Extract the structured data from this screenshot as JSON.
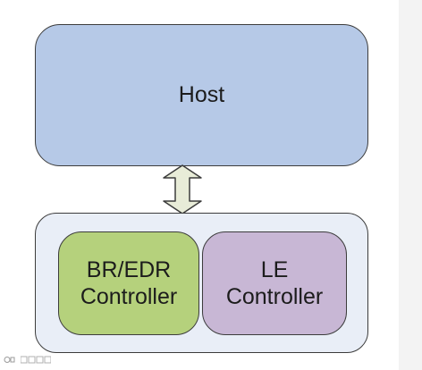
{
  "diagram": {
    "host": {
      "label": "Host"
    },
    "controller_block": {
      "bredr": {
        "label": "BR/EDR\nController"
      },
      "le": {
        "label": "LE\nController"
      }
    }
  },
  "colors": {
    "host_fill": "#b6c9e7",
    "controller_block_fill": "#e9eef7",
    "bredr_fill": "#b5d17c",
    "le_fill": "#c8b7d5",
    "arrow_fill": "#e8ecd8",
    "outline": "#3c3c3c"
  },
  "watermark": {
    "icon": "logo-icon"
  }
}
